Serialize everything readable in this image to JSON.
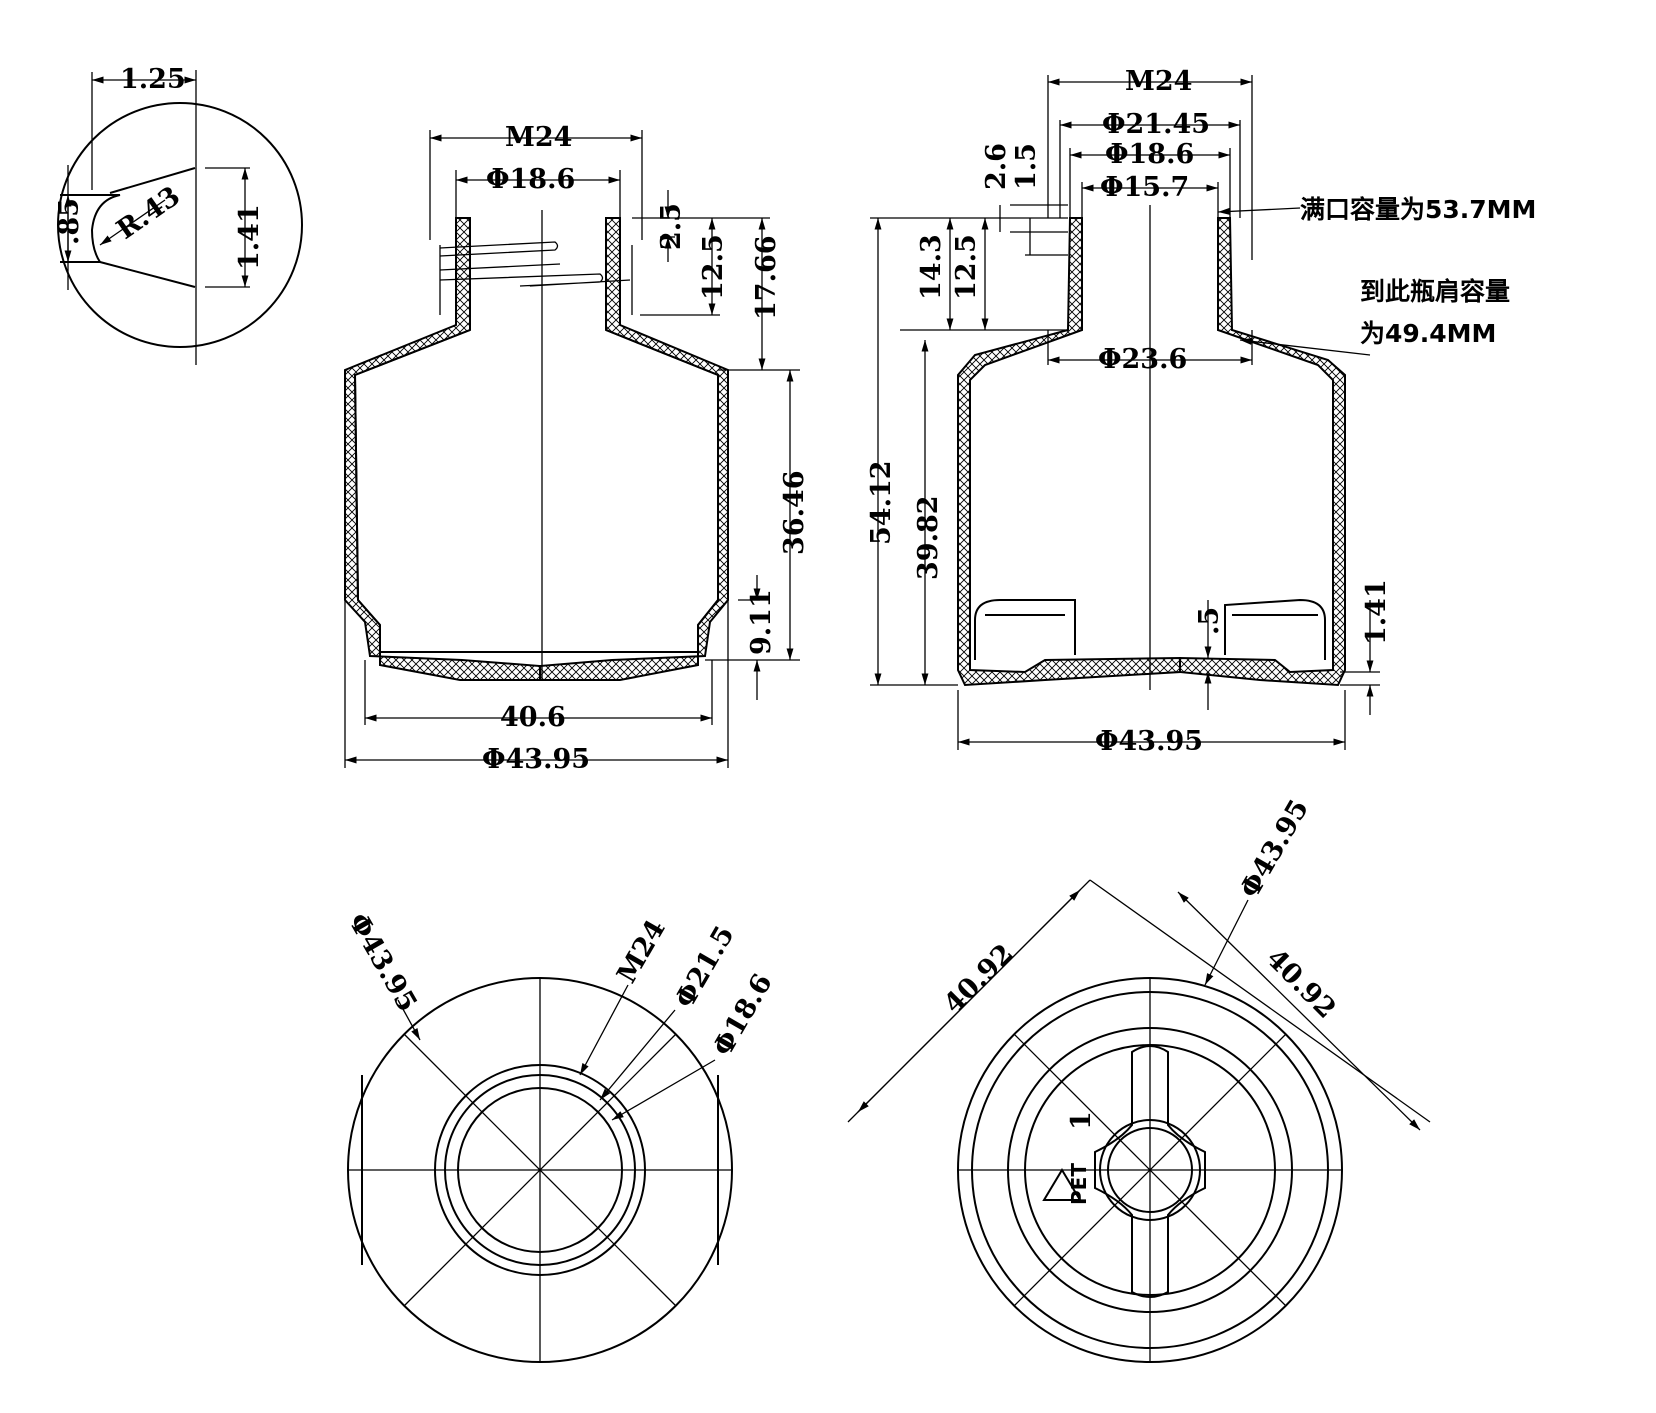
{
  "detail": {
    "w": "1.25",
    "h1": ".85",
    "r": "R.43",
    "h2": "1.41"
  },
  "front": {
    "thread": "M24",
    "bore": "Φ18.6",
    "lip": "2.5",
    "neck": "12.5",
    "shoulder": "17.66",
    "body": "36.46",
    "foot": "9.11",
    "base_w": "40.6",
    "dia": "Φ43.95"
  },
  "section": {
    "thread": "M24",
    "d1": "Φ21.45",
    "d2": "Φ18.6",
    "d3": "Φ15.7",
    "d4": "Φ23.6",
    "v1": "2.6",
    "v2": "1.5",
    "v3": "14.3",
    "v4": "12.5",
    "total": "54.12",
    "shoulder_h": "39.82",
    "gap": ".5",
    "base_t": "1.41",
    "dia": "Φ43.95",
    "note1": "满口容量为53.7MM",
    "note2a": "到此瓶肩容量",
    "note2b": "为49.4MM"
  },
  "top": {
    "dia": "Φ43.95",
    "thread": "M24",
    "d1": "Φ21.5",
    "d2": "Φ18.6"
  },
  "bottom": {
    "dia": "Φ43.95",
    "w1": "40.92",
    "w2": "40.92",
    "cavity": "1",
    "recycle": "PET"
  }
}
